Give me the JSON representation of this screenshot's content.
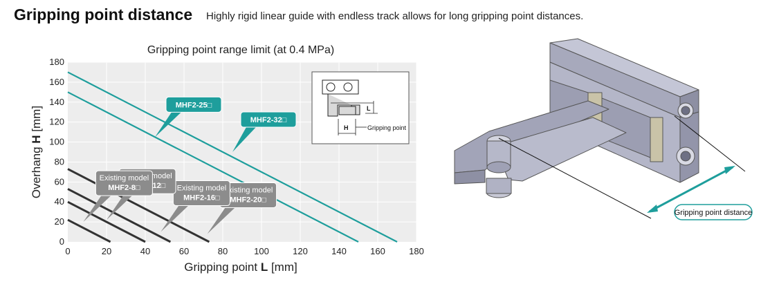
{
  "header": {
    "title": "Gripping point distance",
    "subtitle": "Highly rigid linear guide with endless track allows for long gripping point distances."
  },
  "colors": {
    "teal": "#1e9e9c",
    "gray_callout": "#8c8c8c",
    "plot_bg": "#ededed",
    "existing_line": "#333333"
  },
  "chart_data": {
    "type": "line",
    "title": "Gripping point range limit (at 0.4 MPa)",
    "xlabel_prefix": "Gripping point ",
    "xlabel_bold": "L",
    "xlabel_suffix": " [mm]",
    "ylabel_prefix": "Overhang ",
    "ylabel_bold": "H",
    "ylabel_suffix": " [mm]",
    "xlim": [
      0,
      180
    ],
    "ylim": [
      0,
      180
    ],
    "xticks": [
      0,
      20,
      40,
      60,
      80,
      100,
      120,
      140,
      160,
      180
    ],
    "yticks": [
      0,
      20,
      40,
      60,
      80,
      100,
      120,
      140,
      160,
      180
    ],
    "grid": true,
    "series": [
      {
        "name": "MHF2-32□",
        "style": "teal",
        "x": [
          0,
          170
        ],
        "y": [
          170,
          0
        ],
        "callout": {
          "lines": [
            "MHF2-32□"
          ],
          "at_x": 85,
          "at_y": 90
        }
      },
      {
        "name": "MHF2-25□",
        "style": "teal",
        "x": [
          0,
          150
        ],
        "y": [
          150,
          0
        ],
        "callout": {
          "lines": [
            "MHF2-25□"
          ],
          "at_x": 45,
          "at_y": 105
        }
      },
      {
        "name": "MHF2-20□",
        "style": "dark",
        "x": [
          0,
          73
        ],
        "y": [
          73,
          0
        ],
        "callout": {
          "lines": [
            "Existing model",
            "MHF2-20□"
          ],
          "at_x": 72,
          "at_y": 8
        }
      },
      {
        "name": "MHF2-16□",
        "style": "dark",
        "x": [
          0,
          53
        ],
        "y": [
          53,
          0
        ],
        "callout": {
          "lines": [
            "Existing model",
            "MHF2-16□"
          ],
          "at_x": 48,
          "at_y": 10
        }
      },
      {
        "name": "MHF2-12□",
        "style": "dark",
        "x": [
          0,
          40
        ],
        "y": [
          40,
          0
        ],
        "callout": {
          "lines": [
            "Existing model",
            "MHF2-12□"
          ],
          "at_x": 20,
          "at_y": 22
        }
      },
      {
        "name": "MHF2-8□",
        "style": "dark",
        "x": [
          0,
          22
        ],
        "y": [
          22,
          0
        ],
        "callout": {
          "lines": [
            "Existing model",
            "MHF2-8□"
          ],
          "at_x": 8,
          "at_y": 20
        }
      }
    ]
  },
  "inset": {
    "h_label": "H",
    "l_label": "L",
    "gripping_point_label": "Gripping point"
  },
  "illustration": {
    "dimension_label": "Gripping point distance"
  }
}
